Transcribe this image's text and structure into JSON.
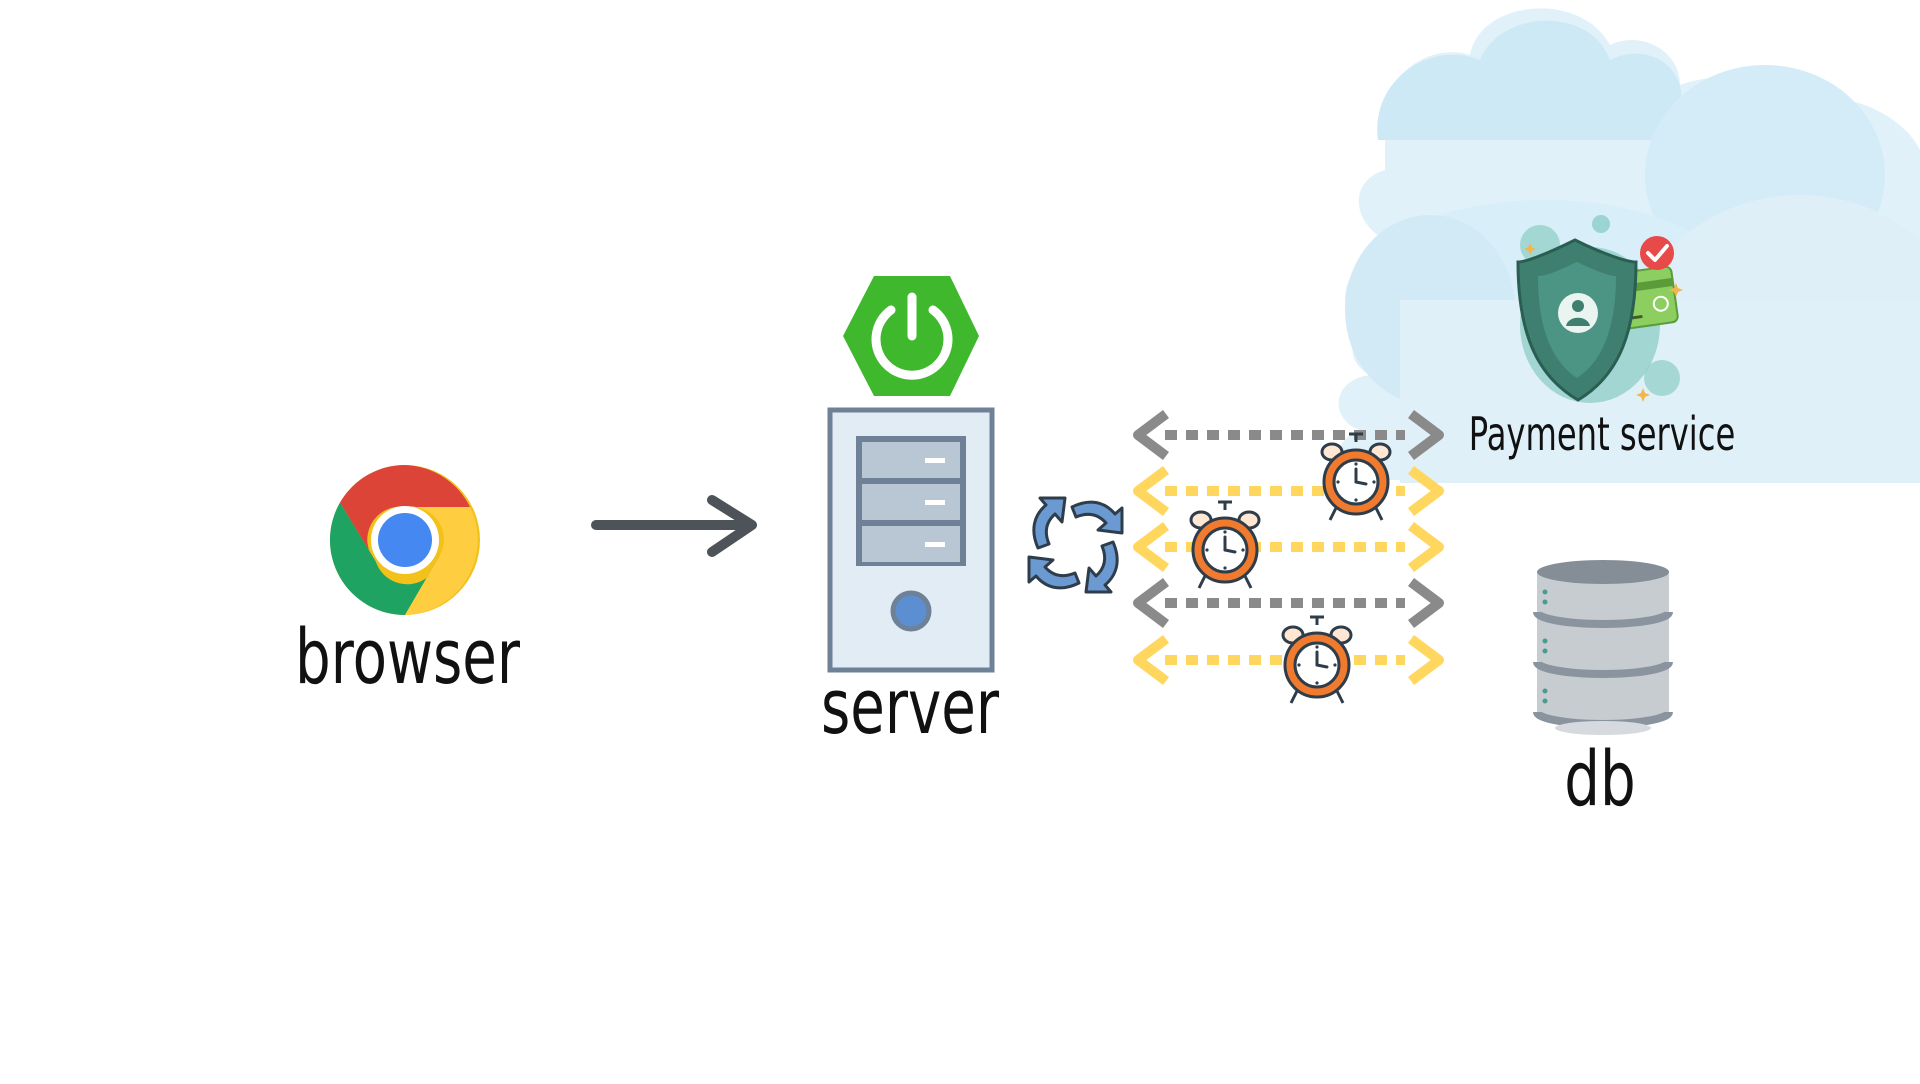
{
  "labels": {
    "browser": "browser",
    "server": "server",
    "payment_service": "Payment service",
    "db": "db"
  },
  "icons": {
    "browser": "chrome-browser-icon",
    "framework": "spring-power-icon",
    "server": "server-tower-icon",
    "sync": "refresh-cycle-icon",
    "timeout": "alarm-clock-icon",
    "payment": "security-shield-card-icon",
    "database": "database-cylinder-icon",
    "cloud": "cloud-icon"
  },
  "colors": {
    "arrow_gray": "#8a8a8a",
    "arrow_yellow": "#ffd75e",
    "request_arrow": "#4d5359",
    "spring_green": "#3fb82d",
    "alarm_orange": "#f07a2e",
    "cloud_blue": "#d6ecf6",
    "shield_teal": "#3d7d6e"
  }
}
